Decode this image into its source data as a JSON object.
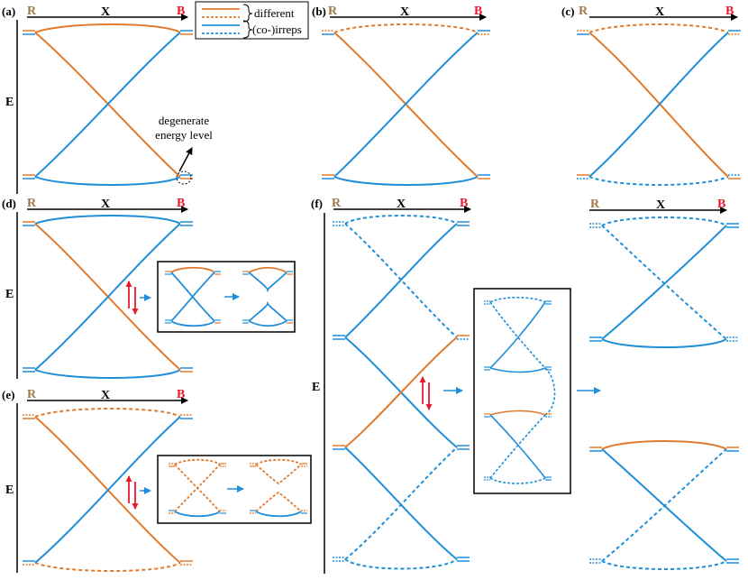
{
  "colors": {
    "orange": "#E07B2E",
    "blue": "#1F8FD8",
    "red": "#E8192C",
    "R": "#A0784A"
  },
  "legend": {
    "different": "different",
    "irreps": "(co-)irreps"
  },
  "annotation": {
    "line1": "degenerate",
    "line2": "energy level"
  },
  "labels": {
    "R": "R",
    "X": "X",
    "B": "B",
    "E": "E"
  },
  "panels": {
    "a": "(a)",
    "b": "(b)",
    "c": "(c)",
    "d": "(d)",
    "e": "(e)",
    "f": "(f)"
  }
}
